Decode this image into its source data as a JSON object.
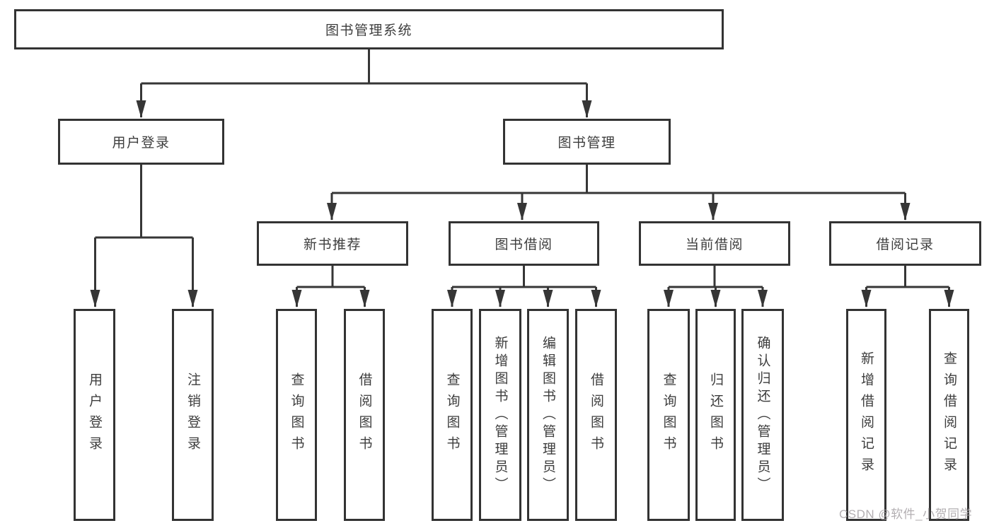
{
  "tree": {
    "label": "图书管理系统",
    "children": [
      {
        "label": "用户登录",
        "children": [
          {
            "label": "用户登录"
          },
          {
            "label": "注销登录"
          }
        ]
      },
      {
        "label": "图书管理",
        "children": [
          {
            "label": "新书推荐",
            "children": [
              {
                "label": "查询图书"
              },
              {
                "label": "借阅图书"
              }
            ]
          },
          {
            "label": "图书借阅",
            "children": [
              {
                "label": "查询图书"
              },
              {
                "label": "新增图书（管理员）"
              },
              {
                "label": "编辑图书（管理员）"
              },
              {
                "label": "借阅图书"
              }
            ]
          },
          {
            "label": "当前借阅",
            "children": [
              {
                "label": "查询图书"
              },
              {
                "label": "归还图书"
              },
              {
                "label": "确认归还（管理员）"
              }
            ]
          },
          {
            "label": "借阅记录",
            "children": [
              {
                "label": "新增借阅记录"
              },
              {
                "label": "查询借阅记录"
              }
            ]
          }
        ]
      }
    ]
  },
  "watermark": {
    "text": "CSDN @软件_小贺同学"
  },
  "colors": {
    "line": "#363636",
    "border": "#333333",
    "text": "#3d3d3d",
    "background": "#ffffff",
    "watermark": "#a6a1a5"
  }
}
